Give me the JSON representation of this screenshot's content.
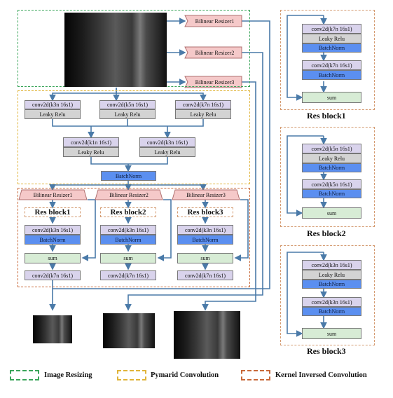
{
  "colors": {
    "arrow": "#4a7aa8",
    "image_resizing": "#3aa55a",
    "pyramid_convolution": "#e0b43a",
    "kernel_inversed_convolution": "#c8693a",
    "resblock_border": "#d49a70",
    "conv_fill": "#d9d3ec",
    "relu_fill": "#d3d3d3",
    "batchnorm_fill": "#5b8ff0",
    "sum_fill": "#d7ecd5",
    "resizer_fill": "#f5c9c9"
  },
  "resizers": [
    "Bilinear  Resizer1",
    "Bilinear  Resizer2",
    "Bilinear  Resizer3"
  ],
  "pyramid": {
    "top_convs": [
      "conv2d(k3n 16s1)",
      "conv2d(k5n 16s1)",
      "conv2d(k7n 16s1)"
    ],
    "relu": "Leaky Relu",
    "mid_convs": [
      "conv2d(k1n 16s1)",
      "conv2d(k3n 16s1)"
    ],
    "batchnorm": "BatchNorm"
  },
  "kernel": {
    "resizers": [
      "Bilinear  Resizer1",
      "Bilinear  Resizer2",
      "Bilinear  Resizer3"
    ],
    "resblocks": [
      "Res block1",
      "Res block2",
      "Res block3"
    ],
    "convs": [
      "conv2d(k3n 16s1)",
      "conv2d(k3n 16s1)",
      "conv2d(k3n 16s1)"
    ],
    "batchnorm": "BatchNorm",
    "sum": "sum",
    "out_convs": [
      "conv2d(k7n 16s1)",
      "conv2d(k7n 16s1)",
      "conv2d(k7n 16s1)"
    ]
  },
  "resblocks": [
    {
      "title": "Res block1",
      "conv": "conv2d(k7n 16s1)",
      "relu": "Leaky Relu",
      "bn": "BatchNorm",
      "sum": "sum"
    },
    {
      "title": "Res block2",
      "conv": "conv2d(k5n 16s1)",
      "relu": "Leaky Relu",
      "bn": "BatchNorm",
      "sum": "sum"
    },
    {
      "title": "Res block3",
      "conv": "conv2d(k3n 16s1)",
      "relu": "Leaky Relu",
      "bn": "BatchNorm",
      "sum": "sum"
    }
  ],
  "legend": [
    "Image Resizing",
    "Pymarid Convolution",
    "Kernel Inversed Convolution"
  ]
}
